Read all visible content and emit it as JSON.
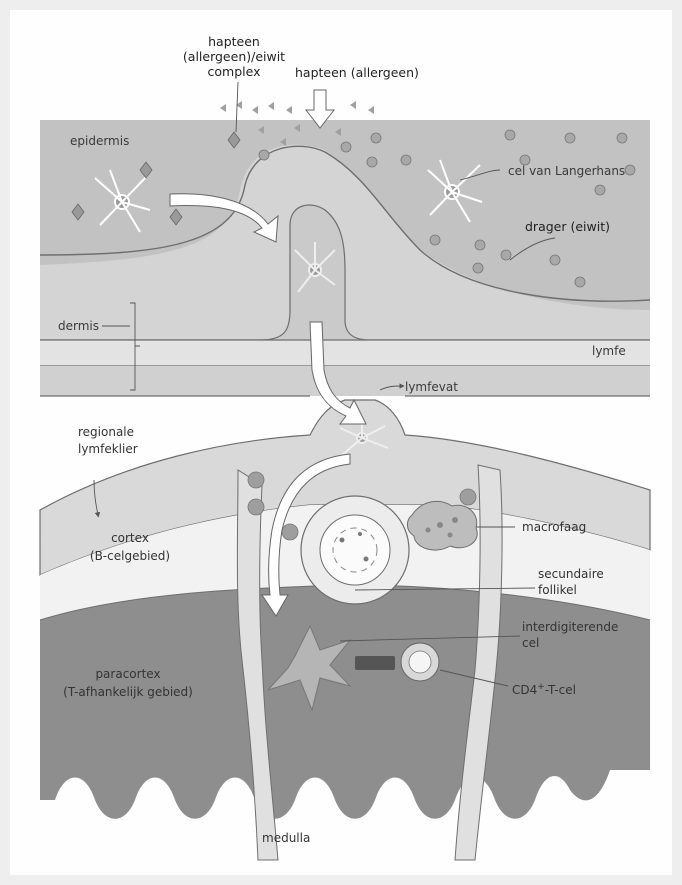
{
  "labels": {
    "hapten_complex": [
      "hapteen",
      "(allergeen)/eiwit",
      "complex"
    ],
    "hapten": "hapteen (allergeen)",
    "epidermis": "epidermis",
    "langerhans": "cel van Langerhans",
    "carrier": "drager (eiwit)",
    "dermis": "dermis",
    "lymph": "lymfe",
    "lymph_vessel": "lymfevat",
    "lymph_node": [
      "regionale",
      "lymfeklier"
    ],
    "macrophage": "macrofaag",
    "cortex": [
      "cortex",
      "(B-celgebied)"
    ],
    "follicle": [
      "secundaire",
      "follikel"
    ],
    "interdigitating": [
      "interdigiterende",
      "cel"
    ],
    "paracortex": [
      "paracortex",
      "(T-afhankelijk gebied)"
    ],
    "cd4_prefix": "CD4",
    "cd4_sup": "+",
    "cd4_suffix": "-T-cel",
    "medulla": "medulla"
  },
  "colors": {
    "epidermis": "#bdbdbd",
    "dermis": "#d6d6d6",
    "lymph": "#e6e6e6",
    "cortex": "#cfcfcf",
    "paracortex": "#8f8f8f",
    "outline": "#6e6e6e",
    "arrow": "#ffffff"
  }
}
